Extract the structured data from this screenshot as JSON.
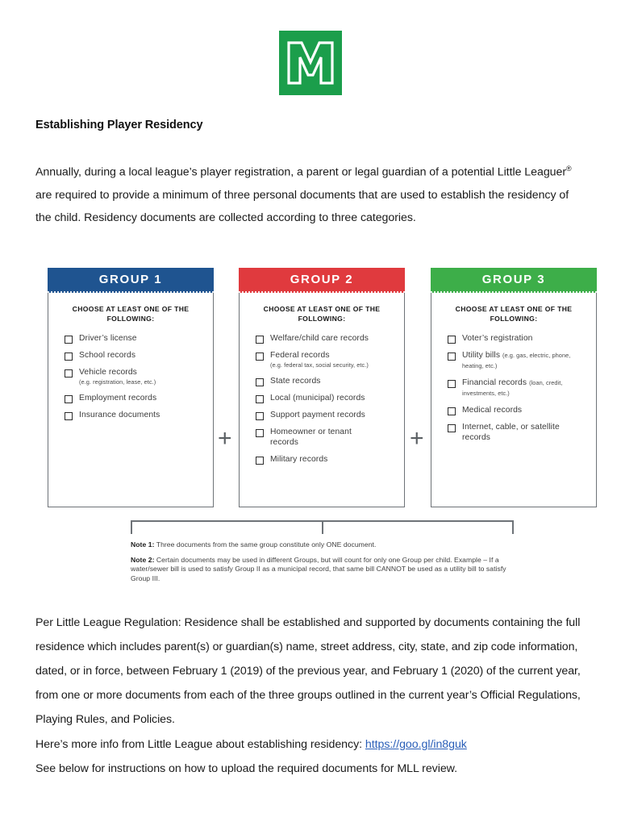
{
  "logo": {
    "name": "mll-m-logo",
    "letter": "M",
    "bg_color": "#1b9e4b",
    "letter_fill": "#1b9e4b",
    "outline_color": "#ffffff"
  },
  "title": "Establishing Player Residency",
  "intro": {
    "part1": "Annually, during a local league’s player registration, a parent or legal guardian of a potential Little Leaguer",
    "registered_mark": "®",
    "part2": " are required to provide a minimum of three personal documents that are used to establish the residency of the child. Residency documents are collected according to three categories."
  },
  "groups": [
    {
      "header": "GROUP 1",
      "color": "#1f5490",
      "choose_label": "CHOOSE AT LEAST ONE OF THE FOLLOWING:",
      "items": [
        {
          "text": "Driver’s license",
          "sub": "",
          "sub_inline": false
        },
        {
          "text": "School records",
          "sub": "",
          "sub_inline": false
        },
        {
          "text": "Vehicle records",
          "sub": "(e.g. registration, lease, etc.)",
          "sub_inline": false
        },
        {
          "text": "Employment records",
          "sub": "",
          "sub_inline": false
        },
        {
          "text": "Insurance documents",
          "sub": "",
          "sub_inline": false
        }
      ]
    },
    {
      "header": "GROUP 2",
      "color": "#e03a3e",
      "choose_label": "CHOOSE AT LEAST ONE OF THE FOLLOWING:",
      "items": [
        {
          "text": "Welfare/child care records",
          "sub": "",
          "sub_inline": false
        },
        {
          "text": "Federal records",
          "sub": "(e.g. federal tax, social security, etc.)",
          "sub_inline": false
        },
        {
          "text": "State records",
          "sub": "",
          "sub_inline": false
        },
        {
          "text": "Local (municipal) records",
          "sub": "",
          "sub_inline": false
        },
        {
          "text": "Support payment records",
          "sub": "",
          "sub_inline": false
        },
        {
          "text": "Homeowner or tenant records",
          "sub": "",
          "sub_inline": false
        },
        {
          "text": "Military records",
          "sub": "",
          "sub_inline": false
        }
      ]
    },
    {
      "header": "GROUP 3",
      "color": "#3dae49",
      "choose_label": "CHOOSE AT LEAST ONE OF THE FOLLOWING:",
      "items": [
        {
          "text": "Voter’s registration",
          "sub": "",
          "sub_inline": false
        },
        {
          "text": "Utility bills ",
          "sub": "(e.g. gas, electric, phone, heating, etc.)",
          "sub_inline": true
        },
        {
          "text": "Financial records ",
          "sub": "(loan, credit, investments, etc.)",
          "sub_inline": true
        },
        {
          "text": "Medical records",
          "sub": "",
          "sub_inline": false
        },
        {
          "text": "Internet, cable, or satellite records",
          "sub": "",
          "sub_inline": false
        }
      ]
    }
  ],
  "operators": [
    "+",
    "+"
  ],
  "notes": [
    {
      "label": "Note 1:",
      "text": " Three documents from the same group constitute only ONE document."
    },
    {
      "label": "Note 2:",
      "text": " Certain documents may be used in different Groups, but will count for only one Group per child. Example – If a water/sewer bill is used to satisfy Group II as a municipal record, that same bill CANNOT be used as a utility bill to satisfy Group III."
    }
  ],
  "regulation_para": "Per Little League Regulation: Residence shall be established and supported by documents containing the full residence which includes parent(s) or guardian(s) name, street address, city, state, and zip code information, dated, or in force, between February 1 (2019) of the previous year, and February 1 (2020) of the current year, from one or more documents from each of the three groups outlined in the current year’s Official Regulations, Playing Rules, and Policies.",
  "final": {
    "line1_prefix": "Here’s more info from Little League about establishing residency: ",
    "link_text": "https://goo.gl/in8guk",
    "link_color": "#2b5fb8",
    "line2": "See below for instructions on how to upload the required documents for MLL review."
  }
}
